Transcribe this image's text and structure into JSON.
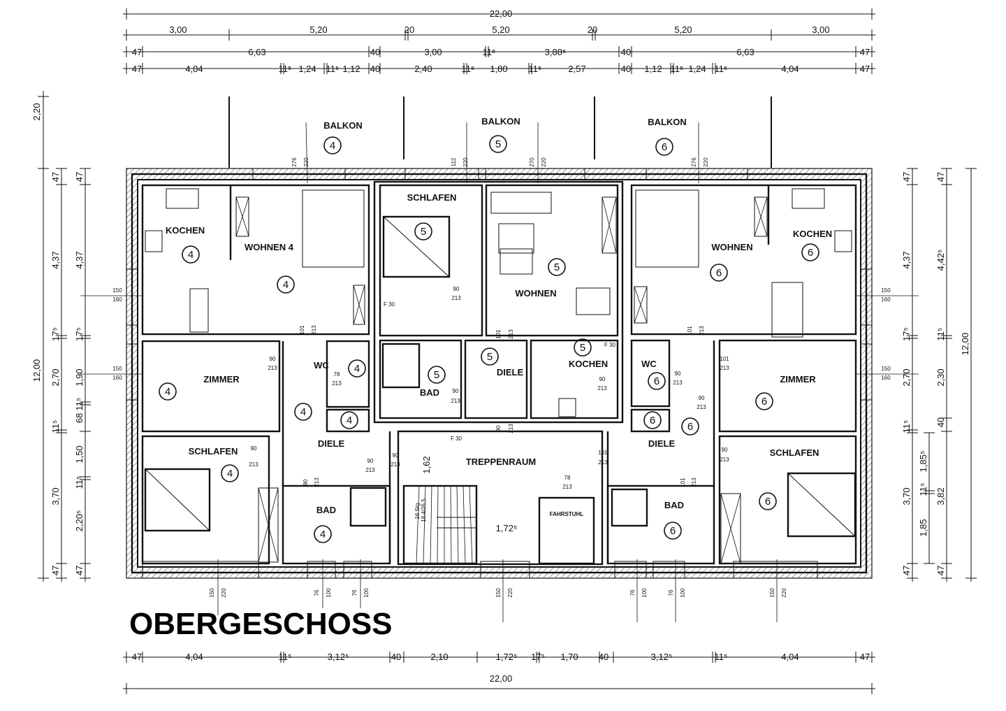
{
  "title": "OBERGESCHOSS",
  "dimensions": {
    "top_total": "22,00",
    "top_row2": [
      "3,00",
      "5,20",
      "20",
      "5,20",
      "20",
      "5,20",
      "3,00"
    ],
    "top_row3": [
      "47",
      "6,63",
      "40",
      "3,00",
      "11⁵",
      "3,88⁵",
      "40",
      "6,63",
      "47"
    ],
    "top_row4": [
      "47",
      "4,04",
      "11⁵",
      "1,24",
      "11⁵",
      "1,12",
      "40",
      "2,40",
      "11⁵",
      "1,80",
      "11⁵",
      "2,57",
      "40",
      "1,12",
      "11⁵",
      "1,24",
      "11⁵",
      "4,04",
      "47"
    ],
    "bottom_row1": [
      "47",
      "4,04",
      "11⁵",
      "3,12⁵",
      "40",
      "2,10",
      "1,72⁵",
      "17⁵",
      "1,70",
      "40",
      "3,12⁵",
      "11⁵",
      "4,04",
      "47"
    ],
    "bottom_total": "22,00",
    "left_outer": [
      "2,20",
      "12,00"
    ],
    "left_col1": [
      "47",
      "4,37",
      "17⁵",
      "2,70",
      "11⁵",
      "3,70",
      "47"
    ],
    "left_col2": [
      "47",
      "4,37",
      "17⁵",
      "1,90",
      "11⁵",
      "68",
      "1,50",
      "11⁵",
      "2,20⁵",
      "47"
    ],
    "right_col1": [
      "47",
      "4,37",
      "17⁵",
      "2,70",
      "11⁵",
      "3,70",
      "47"
    ],
    "right_col2": [
      "1,85⁵",
      "11⁵",
      "1,85"
    ],
    "right_col3": [
      "47",
      "4,42⁵",
      "11⁵",
      "2,30",
      "40",
      "3,82",
      "47"
    ],
    "right_outer": [
      "12,00"
    ]
  },
  "openings": [
    "276",
    "220",
    "112",
    "220",
    "270",
    "220",
    "276",
    "220",
    "150",
    "160",
    "150",
    "160",
    "150",
    "160",
    "150",
    "160",
    "150",
    "220",
    "76",
    "100",
    "76",
    "100",
    "150",
    "220",
    "76",
    "100",
    "76",
    "100",
    "150",
    "220"
  ],
  "doors": [
    "101",
    "213",
    "90",
    "213",
    "90",
    "213",
    "78",
    "213",
    "90",
    "213",
    "90",
    "213",
    "101",
    "213",
    "90",
    "213",
    "90",
    "213",
    "90",
    "213",
    "101",
    "213",
    "101",
    "213",
    "101",
    "213",
    "90",
    "213",
    "90",
    "213",
    "101",
    "213",
    "78",
    "213",
    "90",
    "213",
    "90",
    "213",
    "90",
    "213"
  ],
  "rooms": [
    "BALKON",
    "BALKON",
    "BALKON",
    "KOCHEN",
    "WOHNEN 4",
    "ZIMMER",
    "WC",
    "DIELE",
    "SCHLAFEN",
    "BAD",
    "SCHLAFEN",
    "WOHNEN",
    "DIELE",
    "BAD",
    "KOCHEN",
    "TREPPENRAUM",
    "FAHRSTUHL",
    "WOHNEN",
    "KOCHEN",
    "WC",
    "ZIMMER",
    "DIELE",
    "SCHLAFEN",
    "BAD"
  ],
  "fire_ratings": [
    "F 30",
    "F 30",
    "F 30"
  ],
  "stair": {
    "label": "16 Stg.",
    "ratio": "18,4/26,5",
    "height": "1,62",
    "width": "1,72⁵"
  },
  "unit_numbers": [
    "4",
    "5",
    "6",
    "4",
    "4",
    "4",
    "4",
    "4",
    "4",
    "4",
    "4",
    "5",
    "5",
    "5",
    "5",
    "5",
    "6",
    "6",
    "6",
    "6",
    "6",
    "6",
    "6",
    "6"
  ]
}
